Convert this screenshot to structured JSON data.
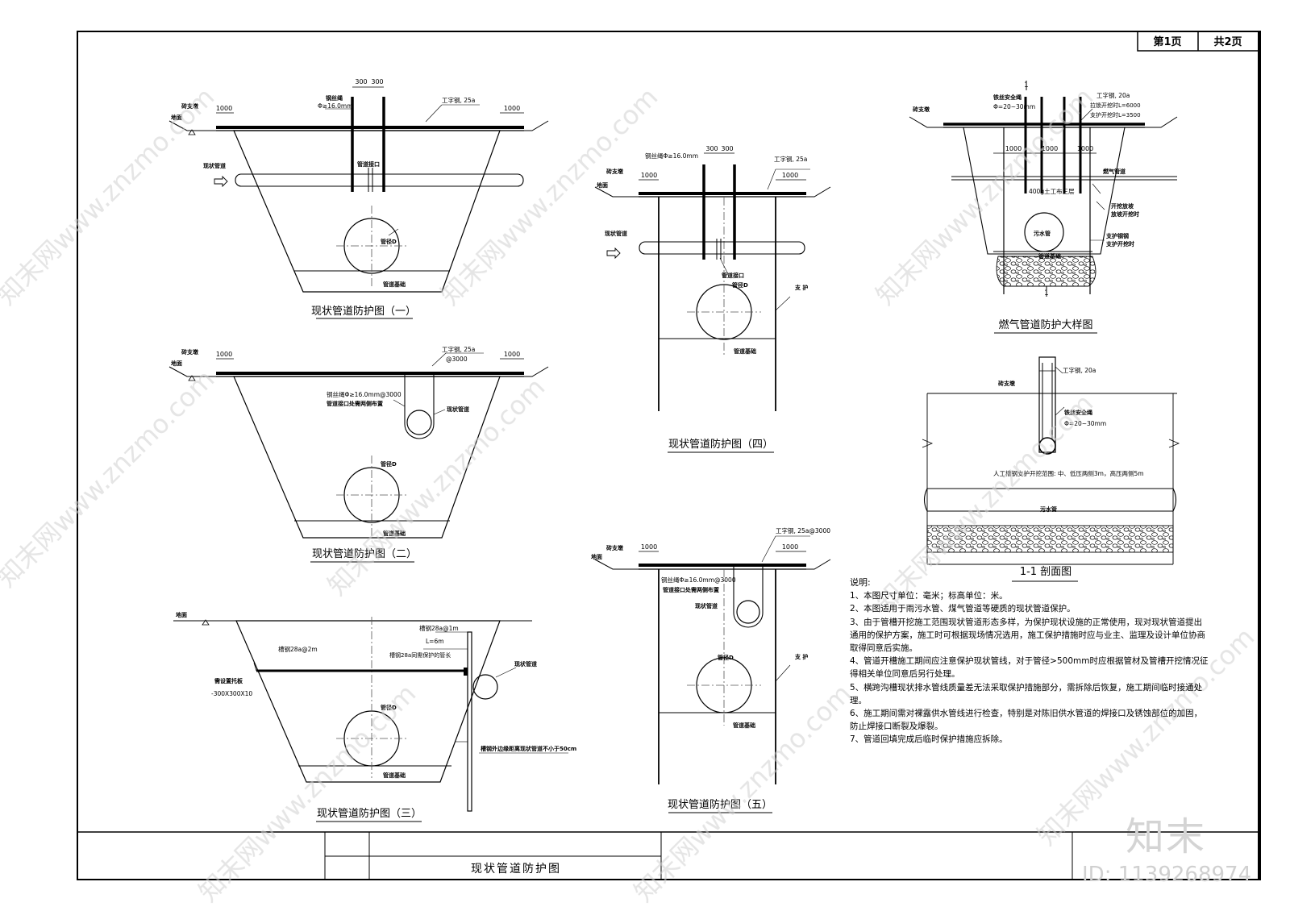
{
  "header": {
    "page_label": "第1页",
    "total_label": "共2页"
  },
  "title_block": {
    "drawing_title": "现状管道防护图"
  },
  "fig1": {
    "title": "现状管道防护图（一）",
    "dim_300a": "300",
    "dim_300b": "300",
    "dim_left": "1000",
    "dim_right": "1000",
    "brick": "砖支墩",
    "ground": "地面",
    "rope": "钢丝绳",
    "rope_spec": "Φ≥16.0mm",
    "ibeam": "工字钢, 25a",
    "pipe_label": "现状管道",
    "joint": "管道接口",
    "dia": "管径D",
    "base": "管道基础"
  },
  "fig2": {
    "title": "现状管道防护图（二）",
    "dim_left": "1000",
    "dim_right": "1000",
    "brick": "砖支墩",
    "ground": "地面",
    "ibeam": "工字钢, 25a",
    "ibeam_spacing": "@3000",
    "rope_spec": "钢丝绳Φ≥16.0mm@3000",
    "rope_note": "管道接口处需两侧布置",
    "pipe_label": "现状管道",
    "dia": "管径D",
    "base": "管道基础"
  },
  "fig3": {
    "title": "现状管道防护图（三）",
    "ground": "地面",
    "channel_top": "槽钢28a@1m",
    "length": "L=6m",
    "channel_mid": "槽钢28a@2m",
    "channel_pipe": "槽钢28a同需保护的管长",
    "plate": "需设置托板",
    "plate_spec": "-300X300X10",
    "pipe_label": "现状管道",
    "dia": "管径D",
    "base": "管道基础",
    "note": "槽钢外边缘距离现状管道不小于50cm"
  },
  "fig4": {
    "title": "现状管道防护图（四）",
    "dim_300a": "300",
    "dim_300b": "300",
    "dim_left": "1000",
    "dim_right": "1000",
    "rope_spec": "钢丝绳Φ≥16.0mm",
    "ibeam": "工字钢, 25a",
    "brick": "砖支墩",
    "ground": "地面",
    "pipe_label": "现状管道",
    "joint": "管道接口",
    "dia": "管径D",
    "support": "支 护",
    "base": "管道基础"
  },
  "fig5": {
    "title": "现状管道防护图（五）",
    "ibeam": "工字钢, 25a@3000",
    "dim_left": "1000",
    "dim_right": "1000",
    "brick": "砖支墩",
    "ground": "地面",
    "rope_spec": "钢丝绳Φ≥16.0mm@3000",
    "rope_note": "管道接口处需两侧布置",
    "pipe_label": "现状管道",
    "dia": "管径D",
    "support": "支 护",
    "base": "管道基础"
  },
  "gas_detail": {
    "title": "燃气管道防护大样图",
    "brick": "砖支墩",
    "rope": "铁丝安全绳",
    "rope_spec": "Φ=20~30mm",
    "ibeam": "工字钢, 20a",
    "spec1": "拉锁开挖时L=6000",
    "spec2": "支护开挖时L=3500",
    "d1": "1000",
    "d2": "1000",
    "d3": "1000",
    "gas_pipe": "燃气管道",
    "layer": "400g土工布三层",
    "dig1": "开挖放坡",
    "dig2": "放坡开挖时",
    "sup1": "支护钢钢",
    "sup2": "支护开挖时",
    "sewer": "污水管",
    "base": "管道基础",
    "mark_top": "1",
    "mark_bottom": "1"
  },
  "section11": {
    "title": "1-1 剖面图",
    "brick": "砖支墩",
    "ibeam": "工字钢, 20a",
    "rope": "铁丝安全绳",
    "rope_spec": "Φ=20~30mm",
    "range": "人工槽钢支护开挖范围: 中、低压两侧3m，高压两侧5m",
    "sewer": "污水管"
  },
  "notes": {
    "title": "说明:",
    "items": [
      "1、本图尺寸单位：毫米；标高单位：米。",
      "2、本图适用于雨污水管、煤气管道等硬质的现状管道保护。",
      "3、由于管槽开挖施工范围现状管道形态多样，为保护现状设施的正常使用，现对现状管道提出通用的保护方案，施工时可根据现场情况选用，施工保护措施时应与业主、监理及设计单位协商取得同意后实施。",
      "4、管道开槽施工期间应注意保护现状管线，对于管径>500mm时应根据管材及管槽开挖情况征得相关单位同意后另行处理。",
      "5、横跨沟槽现状排水管线质量差无法采取保护措施部分，需拆除后恢复，施工期间临时接通处理。",
      "6、施工期间需对裸露供水管线进行检查，特别是对陈旧供水管道的焊接口及锈蚀部位的加固，防止焊接口断裂及爆裂。",
      "7、管道回填完成后临时保护措施应拆除。"
    ]
  },
  "watermark": {
    "logo": "知末",
    "id": "ID: 1139268974",
    "site": "知末网www.znzmo.com"
  }
}
